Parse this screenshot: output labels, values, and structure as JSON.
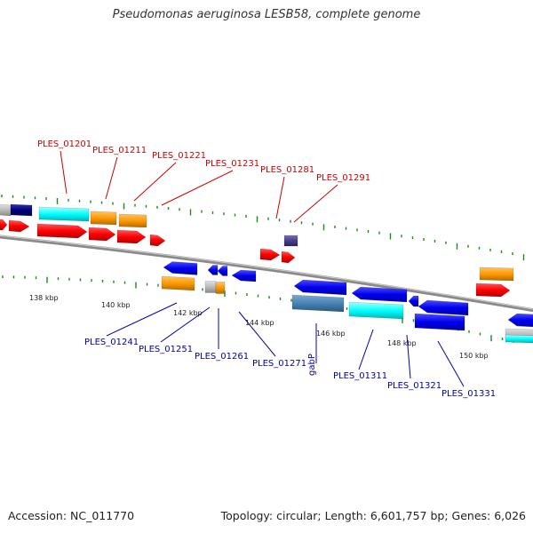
{
  "title": "Pseudomonas aeruginosa LESB58, complete genome",
  "footer": {
    "accession": "Accession: NC_011770",
    "summary": "Topology: circular; Length: 6,601,757 bp; Genes: 6,026"
  },
  "scale_labels": [
    "138 kbp",
    "140 kbp",
    "142 kbp",
    "144 kbp",
    "146 kbp",
    "148 kbp",
    "150 kbp"
  ],
  "forward_labels": [
    "PLES_01201",
    "PLES_01211",
    "PLES_01221",
    "PLES_01231",
    "PLES_01281",
    "PLES_01291"
  ],
  "reverse_labels": [
    "PLES_01241",
    "PLES_01251",
    "PLES_01261",
    "PLES_01271",
    "gabP",
    "PLES_01311",
    "PLES_01321",
    "PLES_01331"
  ],
  "colors": {
    "forward_label": "#cc0000",
    "reverse_label": "#0000aa",
    "cds_red": "#ff0000",
    "cds_blue": "#0000ee",
    "cds_cyan": "#00ffff",
    "cds_orange": "#ff9900",
    "cds_navy": "#000080",
    "cds_steel": "#4682b4",
    "cds_grey": "#bbbbbb",
    "cds_slate": "#483d8b",
    "tick": "#1a8a1a",
    "backbone": "#888888"
  }
}
